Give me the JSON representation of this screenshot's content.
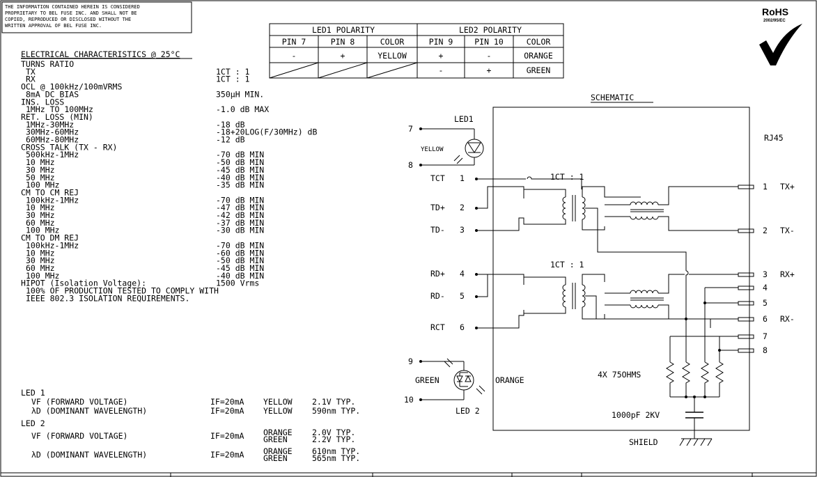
{
  "notice": [
    "THE INFORMATION CONTAINED HEREIN IS CONSIDERED",
    "PROPRIETARY TO BEL FUSE INC. AND SHALL NOT BE",
    "COPIED, REPRODUCED OR DISCLOSED WITHOUT THE",
    "WRITTEN APPROVAL OF BEL FUSE INC."
  ],
  "rohs": {
    "label": "RoHS",
    "sub": "2002/95/EC"
  },
  "polarity_table": {
    "led1_header": "LED1 POLARITY",
    "led2_header": "LED2 POLARITY",
    "columns": [
      "PIN 7",
      "PIN 8",
      "COLOR",
      "PIN 9",
      "PIN 10",
      "COLOR"
    ],
    "rows": [
      [
        "-",
        "+",
        "YELLOW",
        "+",
        "-",
        "ORANGE"
      ],
      [
        "",
        "",
        "",
        "-",
        "+",
        "GREEN"
      ]
    ]
  },
  "specs": {
    "title": "ELECTRICAL CHARACTERISTICS @ 25°C",
    "lines": [
      {
        "label": "TURNS RATIO",
        "value": "",
        "indent": 0
      },
      {
        "label": "TX",
        "value": "1CT : 1",
        "indent": 1
      },
      {
        "label": "RX",
        "value": "1CT : 1",
        "indent": 1
      },
      {
        "label": "OCL @ 100kHz/100mVRMS",
        "value": "",
        "indent": 0
      },
      {
        "label": "8mA DC BIAS",
        "value": "350µH MIN.",
        "indent": 1
      },
      {
        "label": "INS. LOSS",
        "value": "",
        "indent": 0
      },
      {
        "label": "1MHz TO 100MHz",
        "value": "-1.0 dB MAX",
        "indent": 1
      },
      {
        "label": "RET. LOSS (MIN)",
        "value": "",
        "indent": 0
      },
      {
        "label": "1MHz-30MHz",
        "value": "-18 dB",
        "indent": 1
      },
      {
        "label": "30MHz-60MHz",
        "value": "-18+20LOG(F/30MHz) dB",
        "indent": 1
      },
      {
        "label": "60MHz-80MHz",
        "value": "-12 dB",
        "indent": 1
      },
      {
        "label": "CROSS TALK (TX - RX)",
        "value": "",
        "indent": 0
      },
      {
        "label": "500kHz-1MHz",
        "value": "-70 dB MIN",
        "indent": 1
      },
      {
        "label": "10 MHz",
        "value": "-50 dB MIN",
        "indent": 1
      },
      {
        "label": "30 MHz",
        "value": "-45 dB MIN",
        "indent": 1
      },
      {
        "label": "50 MHz",
        "value": "-40 dB MIN",
        "indent": 1
      },
      {
        "label": "100 MHz",
        "value": "-35 dB MIN",
        "indent": 1
      },
      {
        "label": "CM TO CM REJ",
        "value": "",
        "indent": 0
      },
      {
        "label": "100kHz-1MHz",
        "value": "-70 dB MIN",
        "indent": 1
      },
      {
        "label": "10 MHz",
        "value": "-47 dB MIN",
        "indent": 1
      },
      {
        "label": "30 MHz",
        "value": "-42 dB MIN",
        "indent": 1
      },
      {
        "label": "60 MHz",
        "value": "-37 dB MIN",
        "indent": 1
      },
      {
        "label": "100 MHz",
        "value": "-30 dB MIN",
        "indent": 1
      },
      {
        "label": "CM TO DM REJ",
        "value": "",
        "indent": 0
      },
      {
        "label": "100kHz-1MHz",
        "value": "-70 dB MIN",
        "indent": 1
      },
      {
        "label": "10 MHz",
        "value": "-60 dB MIN",
        "indent": 1
      },
      {
        "label": "30 MHz",
        "value": "-50 dB MIN",
        "indent": 1
      },
      {
        "label": "60 MHz",
        "value": "-45 dB MIN",
        "indent": 1
      },
      {
        "label": "100 MHz",
        "value": "-40 dB MIN",
        "indent": 1
      },
      {
        "label": "HIPOT (Isolation Voltage):",
        "value": "1500 Vrms",
        "indent": 0
      },
      {
        "label": "100% OF PRODUCTION TESTED TO COMPLY WITH",
        "value": "",
        "indent": 1
      },
      {
        "label": "IEEE 802.3 ISOLATION REQUIREMENTS.",
        "value": "",
        "indent": 1
      }
    ],
    "led1": {
      "title": "LED 1",
      "rows": [
        {
          "param": "VF (FORWARD VOLTAGE)",
          "cond": "IF=20mA",
          "color": "YELLOW",
          "val": "2.1V TYP."
        },
        {
          "param": "λD (DOMINANT WAVELENGTH)",
          "cond": "IF=20mA",
          "color": "YELLOW",
          "val": "590nm TYP."
        }
      ]
    },
    "led2": {
      "title": "LED 2",
      "rows": [
        {
          "param": "VF (FORWARD VOLTAGE)",
          "cond": "IF=20mA",
          "colors": [
            "ORANGE",
            "GREEN"
          ],
          "vals": [
            "2.0V TYP.",
            "2.2V TYP."
          ]
        },
        {
          "param": "λD (DOMINANT WAVELENGTH)",
          "cond": "IF=20mA",
          "colors": [
            "ORANGE",
            "GREEN"
          ],
          "vals": [
            "610nm TYP.",
            "565nm TYP."
          ]
        }
      ]
    }
  },
  "schematic": {
    "title": "SCHEMATIC",
    "connector": "RJ45",
    "led1_label": "LED1",
    "led1_color": "YELLOW",
    "led2_label": "LED 2",
    "led2_color_left": "GREEN",
    "led2_color_right": "ORANGE",
    "ratio_tx": "1CT : 1",
    "ratio_rx": "1CT : 1",
    "pins_left": [
      {
        "num": "7",
        "name": ""
      },
      {
        "num": "8",
        "name": ""
      },
      {
        "num": "1",
        "name": "TCT"
      },
      {
        "num": "2",
        "name": "TD+"
      },
      {
        "num": "3",
        "name": "TD-"
      },
      {
        "num": "4",
        "name": "RD+"
      },
      {
        "num": "5",
        "name": "RD-"
      },
      {
        "num": "6",
        "name": "RCT"
      },
      {
        "num": "9",
        "name": ""
      },
      {
        "num": "10",
        "name": ""
      }
    ],
    "pins_right": [
      {
        "num": "1",
        "name": "TX+"
      },
      {
        "num": "2",
        "name": "TX-"
      },
      {
        "num": "3",
        "name": "RX+"
      },
      {
        "num": "4",
        "name": ""
      },
      {
        "num": "5",
        "name": ""
      },
      {
        "num": "6",
        "name": "RX-"
      },
      {
        "num": "7",
        "name": ""
      },
      {
        "num": "8",
        "name": ""
      }
    ],
    "resistors": "4X 75OHMS",
    "capacitor": "1000pF 2KV",
    "shield": "SHIELD"
  }
}
